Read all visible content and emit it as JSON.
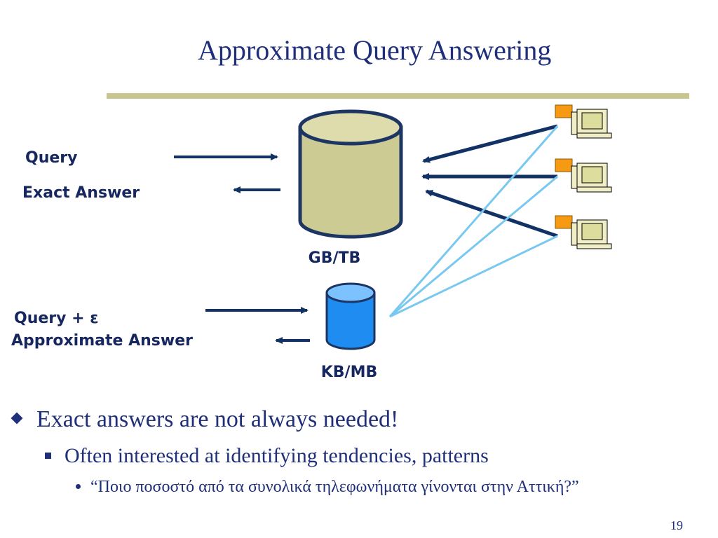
{
  "slide": {
    "title": "Approximate Query Answering",
    "page_number": "19"
  },
  "diagram": {
    "query_label": "Query",
    "exact_answer_label": "Exact Answer",
    "large_db_label": "GB/TB",
    "query_epsilon_label": "Query + ε",
    "approximate_answer_label": "Approximate Answer",
    "small_db_label": "KB/MB",
    "colors": {
      "arrow": "#123266",
      "large_db_fill": "#cccb93",
      "large_db_outline": "#1c3563",
      "small_db_fill": "#1e8cf0",
      "small_db_top": "#7cc2ff",
      "client_link": "#79c8f0",
      "computer_beige": "#efeec7",
      "sender_orange": "#f59a12"
    },
    "icons": [
      "computer-icon",
      "computer-icon",
      "computer-icon"
    ]
  },
  "bullets": {
    "level1": "Exact answers are not always needed!",
    "level2": "Often interested at identifying tendencies, patterns",
    "level3": "“Ποιο ποσοστό από τα συνολικά τηλεφωνήματα γίνονται στην Αττική?”"
  }
}
